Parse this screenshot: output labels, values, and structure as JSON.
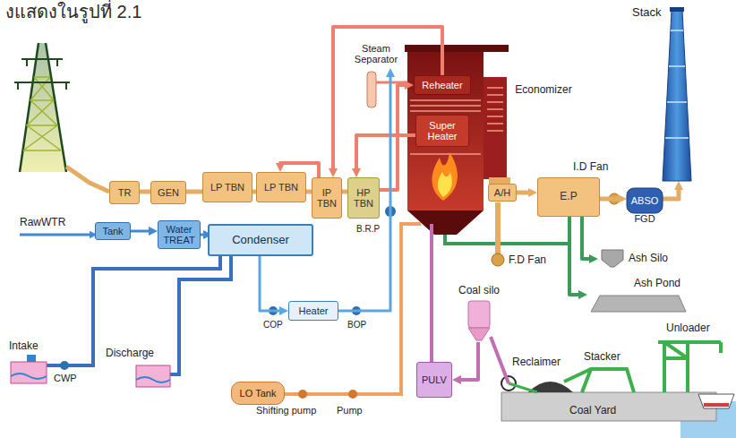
{
  "diagram": {
    "nodes": [
      {
        "text": [
          "Stack"
        ]
      },
      {
        "text": [
          "Steam Separator"
        ]
      },
      {
        "text": [
          "Reheater"
        ]
      },
      {
        "text": [
          "Super Heater"
        ]
      },
      {
        "text": [
          "Economizer"
        ]
      },
      {
        "text": [
          "TR"
        ]
      },
      {
        "text": [
          "GEN"
        ]
      },
      {
        "text": [
          "LP TBN"
        ]
      },
      {
        "text": [
          "LP TBN"
        ]
      },
      {
        "text": [
          "IP TBN"
        ]
      },
      {
        "text": [
          "HP TBN"
        ]
      },
      {
        "text": [
          "Tank"
        ]
      },
      {
        "text": [
          "Water TREAT"
        ]
      },
      {
        "text": [
          "Condenser"
        ]
      },
      {
        "text": [
          "Heater"
        ]
      },
      {
        "text": [
          "A/H"
        ]
      },
      {
        "text": [
          "E.P"
        ]
      },
      {
        "text": [
          "ABSO",
          "FGD"
        ]
      },
      {
        "text": [
          "Ash Silo"
        ]
      },
      {
        "text": [
          "Ash Pond"
        ]
      },
      {
        "text": [
          "Coal silo"
        ]
      },
      {
        "text": [
          "PULV"
        ]
      },
      {
        "text": [
          "LO Tank"
        ]
      }
    ],
    "edges": [
      {
        "from": 5,
        "to": 6,
        "arrow": "none"
      },
      {
        "from": 6,
        "to": 7,
        "arrow": "none"
      },
      {
        "from": 7,
        "to": 8,
        "arrow": "none"
      },
      {
        "from": 8,
        "to": 9,
        "arrow": "none"
      },
      {
        "from": 9,
        "to": 10,
        "arrow": "none"
      },
      {
        "from": 3,
        "to": 10,
        "arrow": "to"
      },
      {
        "from": 10,
        "to": 2,
        "arrow": "to"
      },
      {
        "from": 2,
        "to": 9,
        "arrow": "to"
      },
      {
        "from": 9,
        "to": 8,
        "arrow": "to"
      },
      {
        "from": 11,
        "to": 12,
        "arrow": "to"
      },
      {
        "from": 12,
        "to": 13,
        "arrow": "to"
      },
      {
        "from": 13,
        "to": 14,
        "arrow": "to"
      },
      {
        "from": 14,
        "to": 1,
        "arrow": "to"
      },
      {
        "from": 15,
        "to": 16,
        "arrow": "to"
      },
      {
        "from": 16,
        "to": 17,
        "arrow": "to"
      },
      {
        "from": 17,
        "to": 0,
        "arrow": "to"
      },
      {
        "from": 16,
        "to": 18,
        "arrow": "to"
      },
      {
        "from": 16,
        "to": 19,
        "arrow": "to"
      },
      {
        "from": 20,
        "to": 21,
        "arrow": "to"
      }
    ],
    "labels": [
      "งแสดงในรูปที่ 2.1",
      "B.R.P",
      "I.D Fan",
      "F.D Fan",
      "RawWTR",
      "COP",
      "BOP",
      "Intake",
      "CWP",
      "Discharge",
      "Shifting pump",
      "Pump",
      "Reclaimer",
      "Stacker",
      "Unloader",
      "Coal Yard"
    ]
  }
}
